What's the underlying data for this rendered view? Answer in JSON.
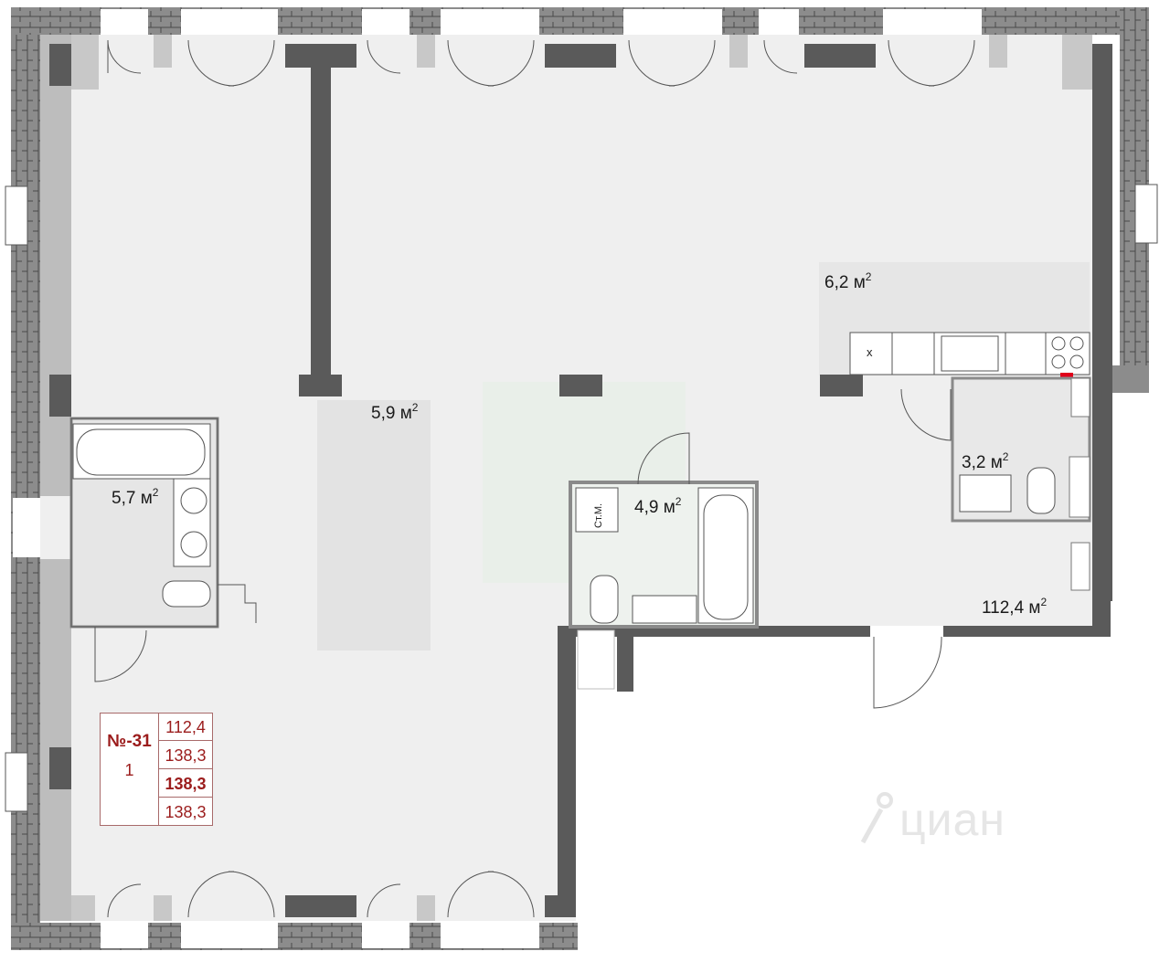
{
  "rooms": {
    "kitchen": "6,2 м",
    "hall": "5,9 м",
    "bath_left": "5,7 м",
    "bath_center": "4,9 м",
    "wc_right": "3,2 м",
    "total": "112,4 м",
    "sup": "2"
  },
  "labels": {
    "utility_meter": "Ст.М.",
    "cross_mark": "x"
  },
  "info": {
    "number": "№-31",
    "rooms": "1",
    "area_living": "112,4",
    "area_total": "138,3",
    "area_with_balcony": "138,3",
    "area_price": "138,3"
  },
  "watermark": "циан",
  "colors": {
    "floor": "#efefef",
    "wall_dark": "#5a5a5a",
    "wall_light": "#bdbdbd",
    "brick": "#8a8a8a",
    "accent_red": "#9b1c1c",
    "alarm_red": "#e0001b"
  },
  "icons": [
    "bathtub-icon",
    "sink-icon",
    "toilet-icon",
    "stove-icon",
    "window-icon",
    "door-swing-icon",
    "logo-icon"
  ]
}
